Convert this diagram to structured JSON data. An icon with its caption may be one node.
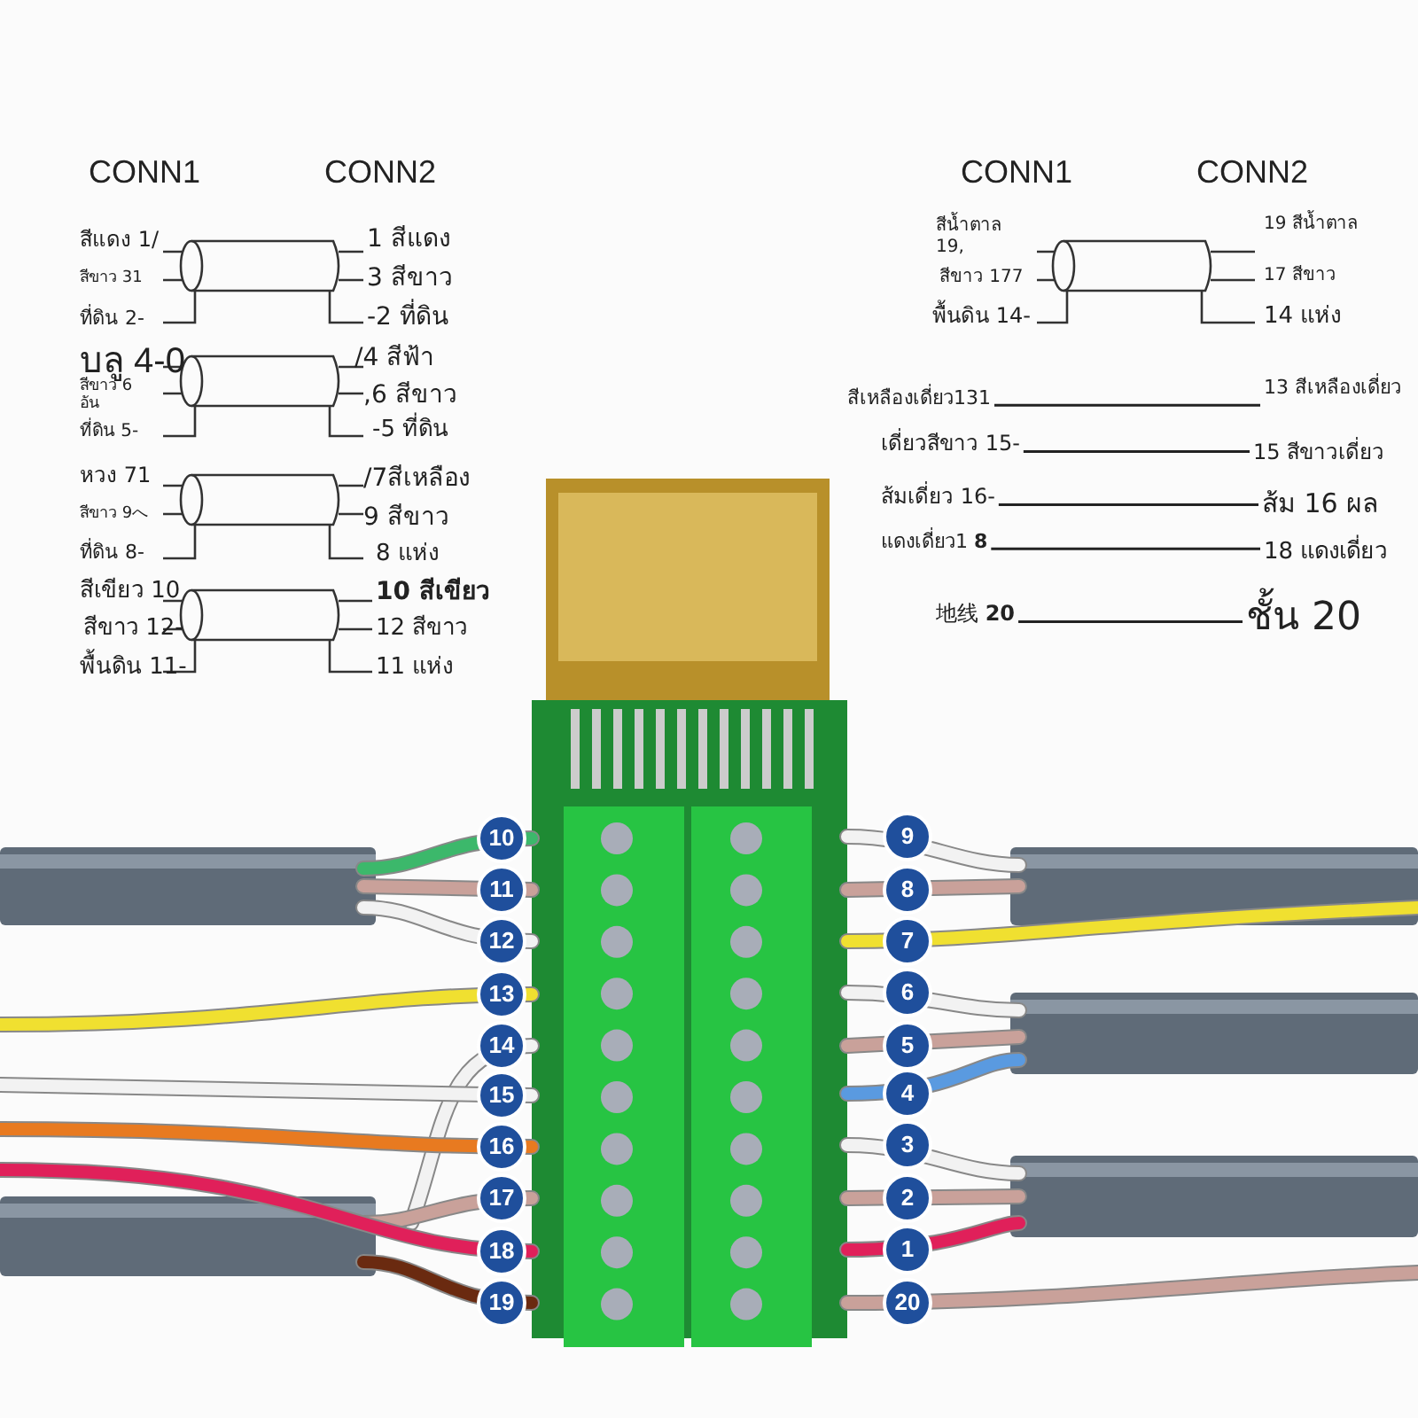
{
  "diagram": {
    "nodes": [
      {
        "text": [
          "สีเหลืองเดี่ยว131"
        ]
      },
      {
        "text": [
          "13 สีเหลืองเดี่ยว"
        ]
      },
      {
        "text": [
          "เดี่ยวสีขาว 15-"
        ]
      },
      {
        "text": [
          "15 สีขาวเดี่ยว"
        ]
      },
      {
        "text": [
          "ส้มเดี่ยว 16-"
        ]
      },
      {
        "text": [
          "ส้ม 16 ผล"
        ]
      },
      {
        "text": [
          "แดงเดี่ยว1 **8**"
        ]
      },
      {
        "text": [
          "18 แดงเดี่ยว"
        ]
      },
      {
        "text": [
          "地线 **20**"
        ]
      },
      {
        "text": [
          "ชั้น 20"
        ]
      },
      {
        "text": [
          "10"
        ]
      },
      {
        "text": [
          "9"
        ]
      },
      {
        "text": [
          "11"
        ]
      },
      {
        "text": [
          "8"
        ]
      },
      {
        "text": [
          "12"
        ]
      },
      {
        "text": [
          "7"
        ]
      },
      {
        "text": [
          "13"
        ]
      },
      {
        "text": [
          "6"
        ]
      },
      {
        "text": [
          "14"
        ]
      },
      {
        "text": [
          "5"
        ]
      },
      {
        "text": [
          "15"
        ]
      },
      {
        "text": [
          "4"
        ]
      },
      {
        "text": [
          "16"
        ]
      },
      {
        "text": [
          "3"
        ]
      },
      {
        "text": [
          "17"
        ]
      },
      {
        "text": [
          "2"
        ]
      },
      {
        "text": [
          "18"
        ]
      },
      {
        "text": [
          "1"
        ]
      },
      {
        "text": [
          "19"
        ]
      },
      {
        "text": [
          "20"
        ]
      }
    ],
    "edges": [
      {
        "from": 0,
        "to": 1,
        "arrow": "none"
      },
      {
        "from": 2,
        "to": 3,
        "arrow": "none"
      },
      {
        "from": 4,
        "to": 5,
        "arrow": "none"
      },
      {
        "from": 6,
        "to": 7,
        "arrow": "none"
      },
      {
        "from": 8,
        "to": 9,
        "arrow": "none"
      }
    ],
    "labels": [
      "CONN1",
      "CONN2",
      "สีแดง 1/",
      "1 สีแดง",
      "สีขาว 31",
      "3 สีขาว",
      "ที่ดิน 2-",
      "-2 ที่ดิน",
      "บลู 4-0",
      "/4 สีฟ้า",
      "สีขาว 6 อัน",
      ",6 สีขาว",
      "ที่ดิน 5-",
      "-5 ที่ดิน",
      "หวง 71",
      "/7สีเหลือง",
      "สีขาว 9へ",
      "9 สีขาว",
      "ที่ดิน 8-",
      "8 แห่ง",
      "สีเขียว 10",
      "10 สีเขียว",
      "สีขาว 12-",
      "12 สีขาว",
      "พื้นดิน 11-",
      "11 แห่ง",
      "CONN1",
      "CONN2",
      "สีน้ำตาล 19,",
      "19 สีน้ำตาล",
      "สีขาว 177",
      "17 สีขาว",
      "พื้นดิน 14-",
      "14 แห่ง"
    ]
  }
}
